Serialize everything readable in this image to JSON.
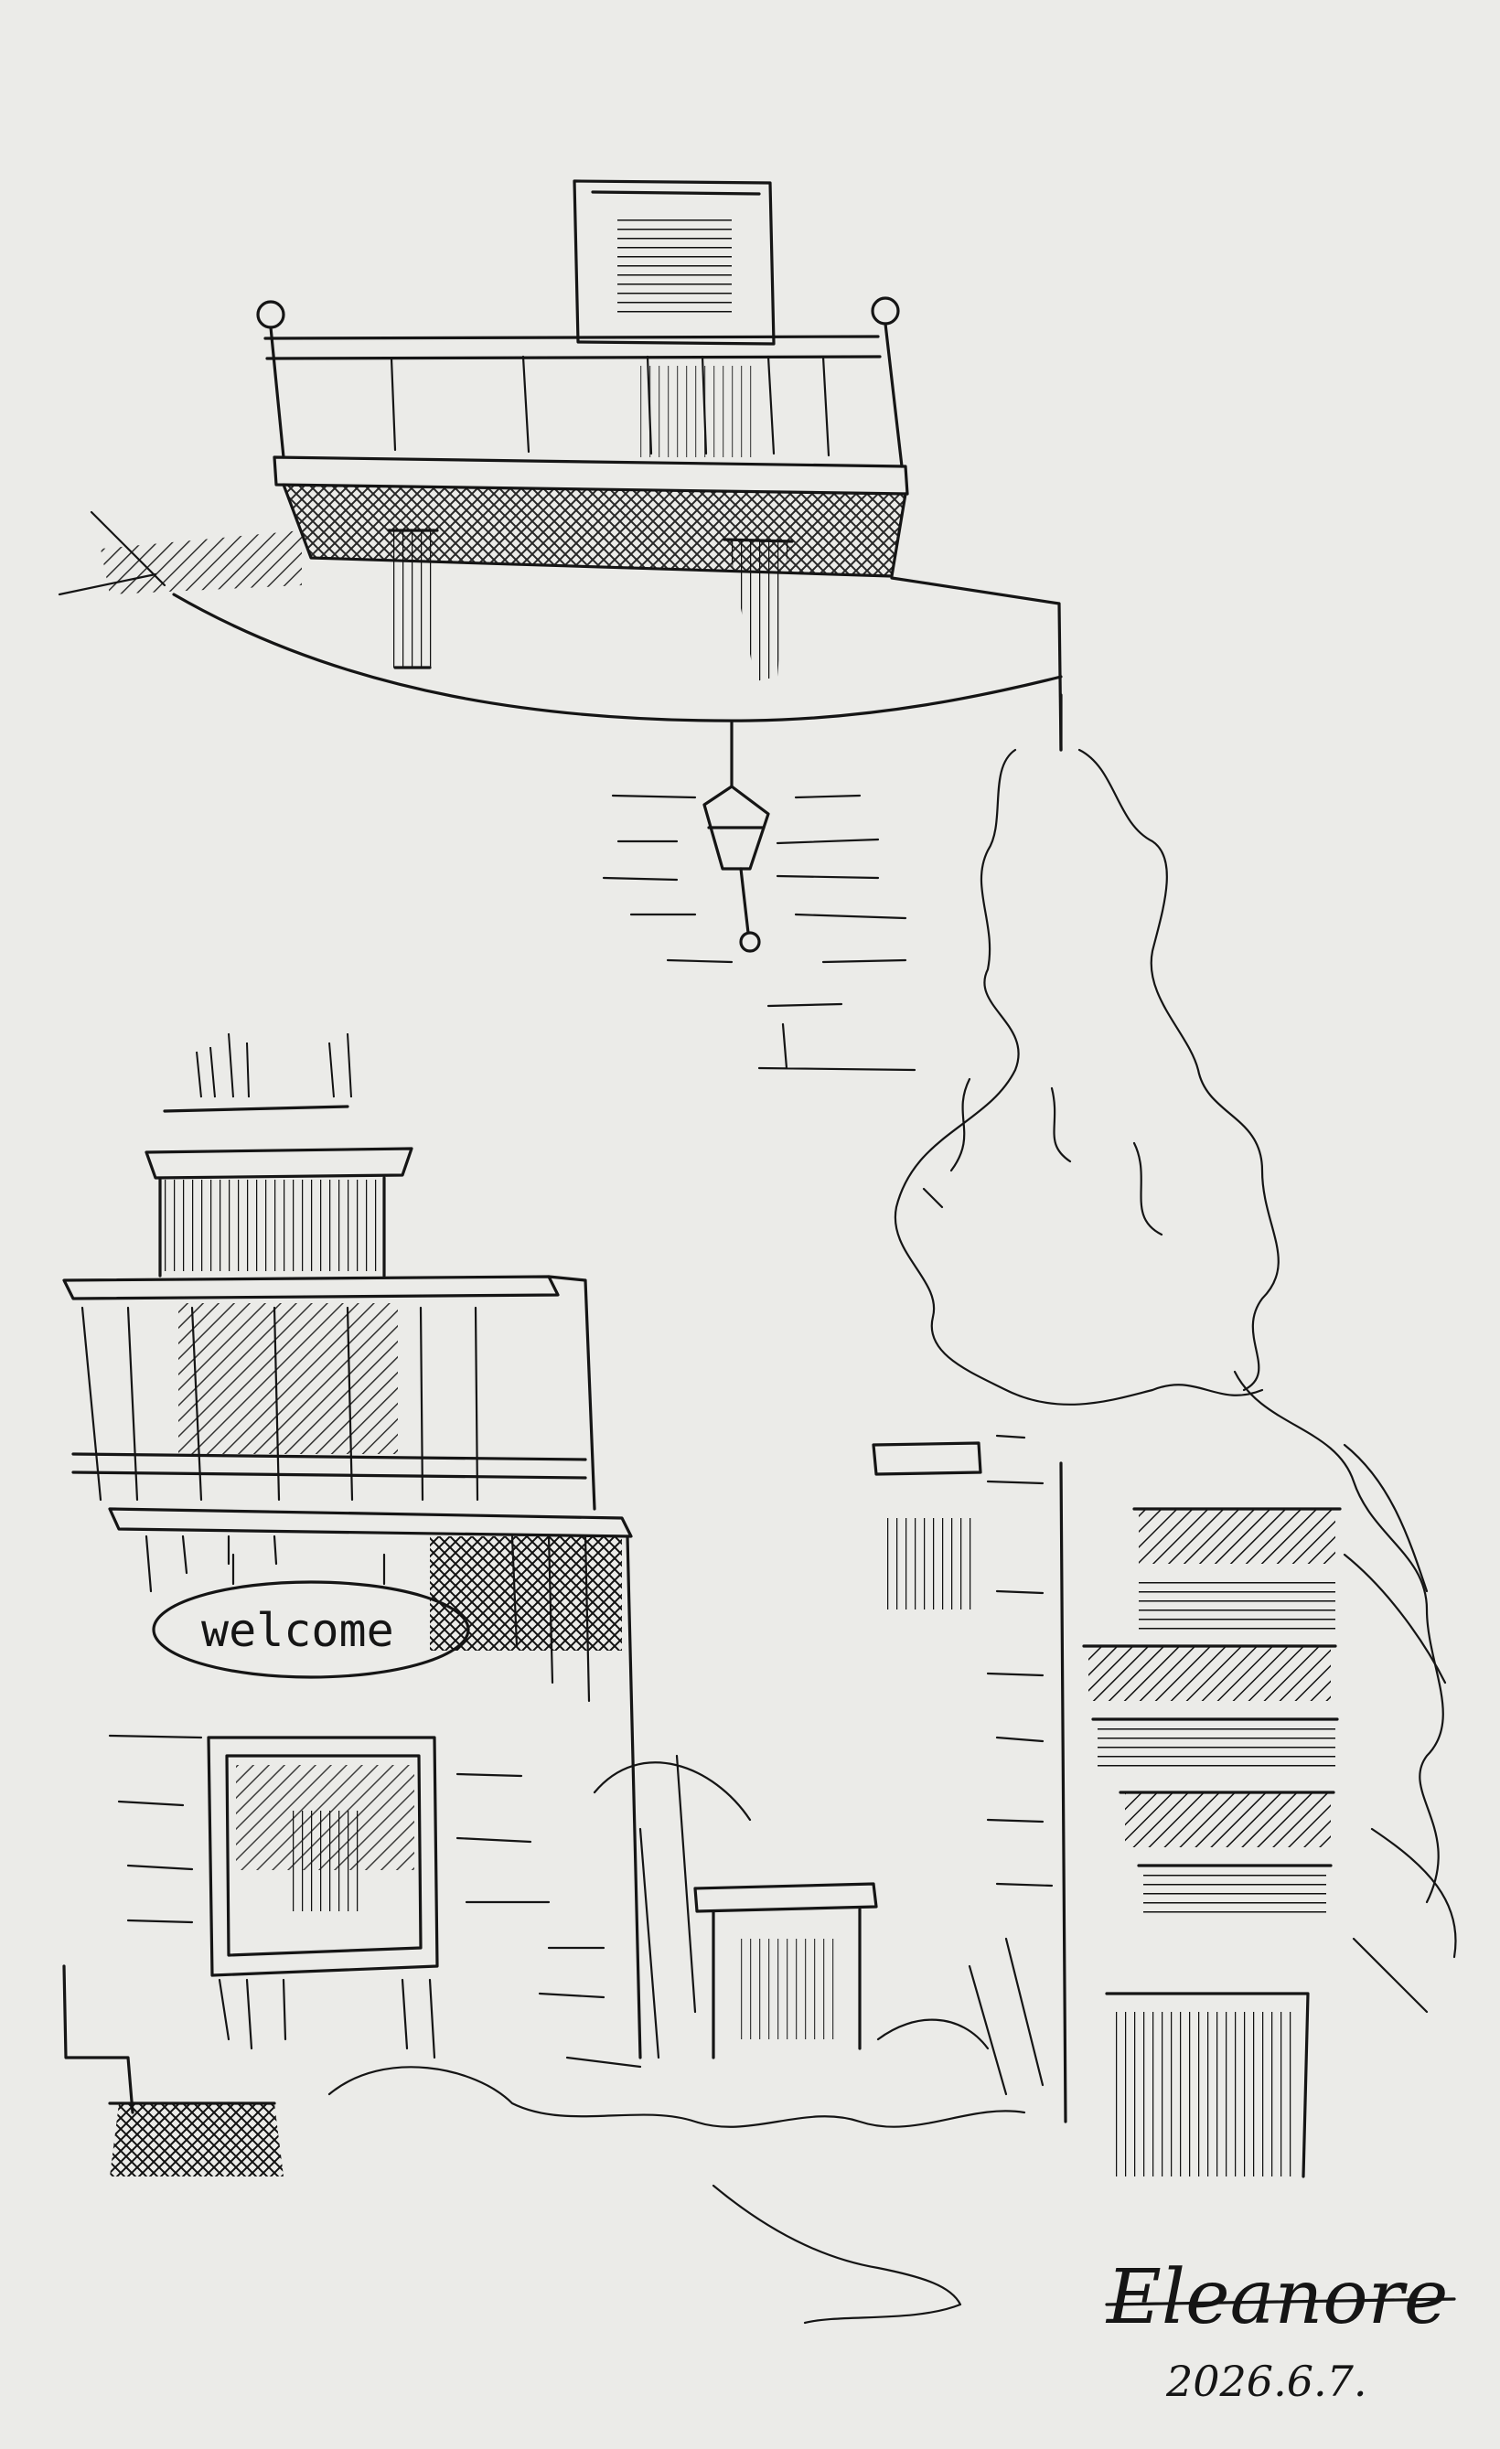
{
  "drawing": {
    "paper_color": "#e9e9e7",
    "ink_color": "#151515",
    "sign_text": "welcome",
    "signature": "Eleanore",
    "date": "2026.6.7."
  }
}
